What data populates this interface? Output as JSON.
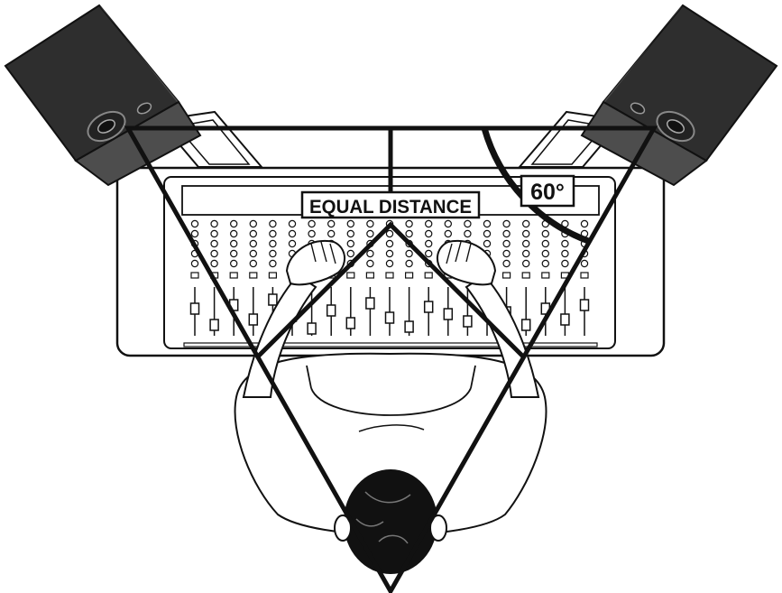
{
  "labels": {
    "equal_distance": "EQUAL DISTANCE",
    "angle": "60°"
  },
  "colors": {
    "ink": "#111111",
    "speaker_dark": "#3a3a3a",
    "speaker_mid": "#555555",
    "paper": "#ffffff"
  },
  "mixer": {
    "channel_count": 21
  }
}
